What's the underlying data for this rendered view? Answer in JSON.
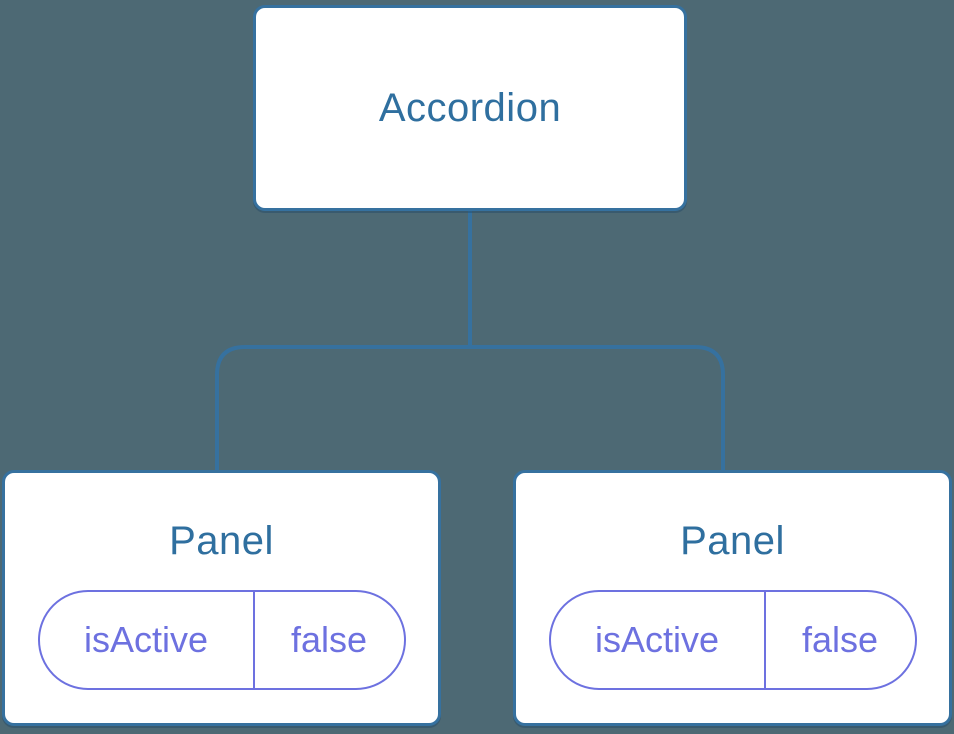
{
  "diagram": {
    "type": "component-tree",
    "root": {
      "label": "Accordion"
    },
    "panels": [
      {
        "label": "Panel",
        "state": {
          "name": "isActive",
          "value": "false"
        }
      },
      {
        "label": "Panel",
        "state": {
          "name": "isActive",
          "value": "false"
        }
      }
    ],
    "colors": {
      "canvas": "#4d6974",
      "node_border": "#36719f",
      "node_text": "#2f6f9f",
      "node_fill": "#ffffff",
      "state_accent": "#6d71e0"
    }
  }
}
